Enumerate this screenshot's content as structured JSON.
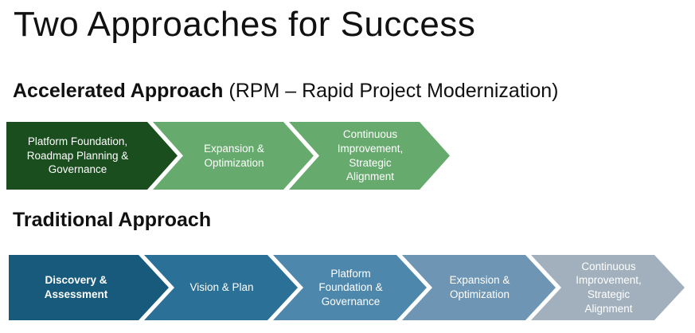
{
  "title": "Two Approaches for Success",
  "text_color_on_steps": "#FFFFFF",
  "sections": [
    {
      "id": "accelerated",
      "heading_bold": "Accelerated Approach",
      "heading_suffix": " (RPM – Rapid Project Modernization)",
      "steps": [
        {
          "lines": [
            "Platform Foundation,",
            "Roadmap Planning &",
            "Governance"
          ],
          "color": "#1B4E1F",
          "bold": false
        },
        {
          "lines": [
            "Expansion &",
            "Optimization"
          ],
          "color": "#67AA6D",
          "bold": false
        },
        {
          "lines": [
            "Continuous",
            "Improvement,",
            "Strategic",
            "Alignment"
          ],
          "color": "#67AA6D",
          "bold": false
        }
      ]
    },
    {
      "id": "traditional",
      "heading_bold": "Traditional Approach",
      "heading_suffix": "",
      "steps": [
        {
          "lines": [
            "Discovery &",
            "Assessment"
          ],
          "color": "#175A7C",
          "bold": true
        },
        {
          "lines": [
            "Vision & Plan"
          ],
          "color": "#2B7096",
          "bold": false
        },
        {
          "lines": [
            "Platform",
            "Foundation &",
            "Governance"
          ],
          "color": "#4E87AC",
          "bold": false
        },
        {
          "lines": [
            "Expansion &",
            "Optimization"
          ],
          "color": "#6E96B4",
          "bold": false
        },
        {
          "lines": [
            "Continuous",
            "Improvement,",
            "Strategic",
            "Alignment"
          ],
          "color": "#A2B0BE",
          "bold": false
        }
      ]
    }
  ]
}
